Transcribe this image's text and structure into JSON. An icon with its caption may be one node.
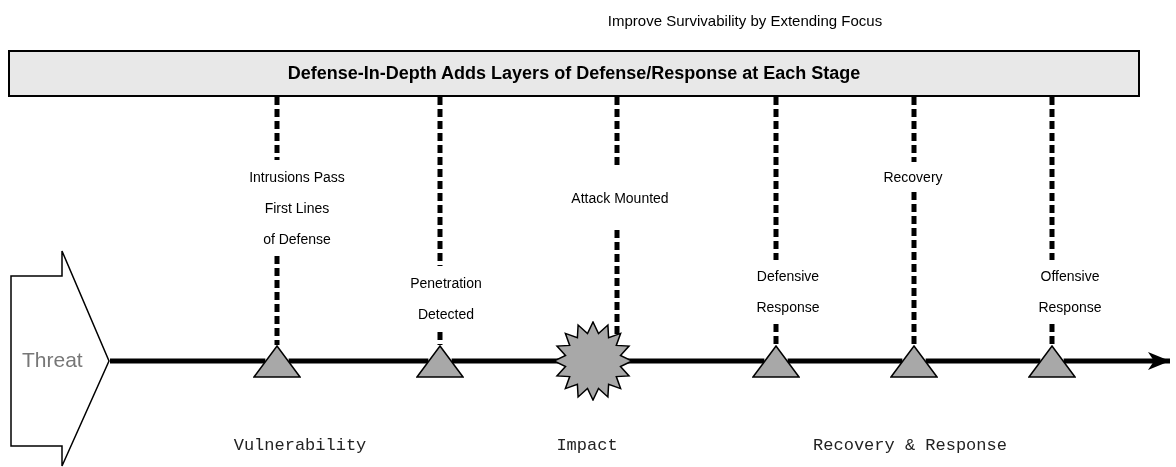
{
  "diagram": {
    "title": "Improve Survivability by Extending Focus",
    "nodes": [
      {
        "text": [
          "Defense-In-Depth Adds Layers of Defense/Response at Each Stage"
        ]
      },
      {
        "text": [
          "Intrusions Pass First Lines of Defense"
        ]
      },
      {
        "text": [
          "Attack Mounted"
        ]
      },
      {
        "text": [
          "Recovery"
        ]
      },
      {
        "text": [
          "Penetration Detected"
        ]
      },
      {
        "text": [
          "Defensive Response"
        ]
      },
      {
        "text": [
          "Offensive Response"
        ]
      },
      {
        "text": [
          "Threat"
        ]
      },
      {
        "text": [],
        "shape": "triangle"
      },
      {
        "text": [],
        "shape": "triangle"
      },
      {
        "text": [],
        "shape": "starburst"
      },
      {
        "text": [],
        "shape": "triangle"
      },
      {
        "text": [],
        "shape": "triangle"
      },
      {
        "text": [],
        "shape": "triangle"
      }
    ],
    "edges": [
      {
        "from": 0,
        "to": 1,
        "arrow": "none",
        "style": "dashed"
      },
      {
        "from": 1,
        "to": 8,
        "arrow": "none",
        "style": "dashed"
      },
      {
        "from": 0,
        "to": 4,
        "arrow": "none",
        "style": "dashed"
      },
      {
        "from": 4,
        "to": 9,
        "arrow": "none",
        "style": "dashed"
      },
      {
        "from": 0,
        "to": 2,
        "arrow": "none",
        "style": "dashed"
      },
      {
        "from": 2,
        "to": 10,
        "arrow": "none",
        "style": "dashed"
      },
      {
        "from": 0,
        "to": 5,
        "arrow": "none",
        "style": "dashed"
      },
      {
        "from": 5,
        "to": 11,
        "arrow": "none",
        "style": "dashed"
      },
      {
        "from": 0,
        "to": 3,
        "arrow": "none",
        "style": "dashed"
      },
      {
        "from": 3,
        "to": 12,
        "arrow": "none",
        "style": "dashed"
      },
      {
        "from": 0,
        "to": 6,
        "arrow": "none",
        "style": "dashed"
      },
      {
        "from": 6,
        "to": 13,
        "arrow": "none",
        "style": "dashed"
      },
      {
        "from": 7,
        "to": 8,
        "arrow": "none"
      },
      {
        "from": 8,
        "to": 9,
        "arrow": "none"
      },
      {
        "from": 9,
        "to": 10,
        "arrow": "none"
      },
      {
        "from": 10,
        "to": 11,
        "arrow": "none"
      },
      {
        "from": 11,
        "to": 12,
        "arrow": "none"
      },
      {
        "from": 12,
        "to": 13,
        "arrow": "none"
      },
      {
        "from": 13,
        "to": null,
        "arrow": "to"
      }
    ],
    "labels": [
      "Vulnerability",
      "Impact",
      "Recovery & Response"
    ]
  }
}
